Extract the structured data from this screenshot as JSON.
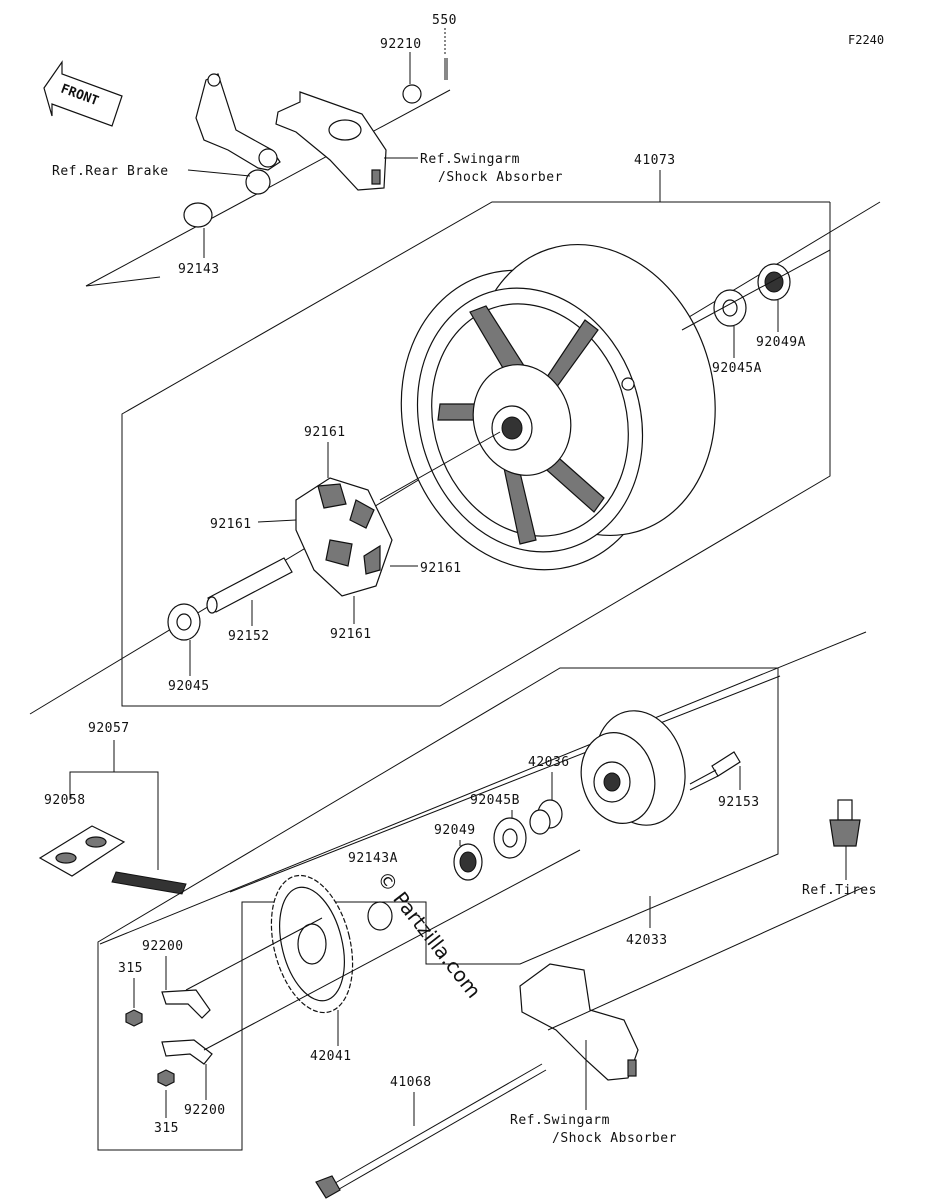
{
  "figure_code": "F2240",
  "front_label": "FRONT",
  "watermark": "© Partzilla.com",
  "parts": {
    "p550": "550",
    "p92210": "92210",
    "ref_rear_brake": "Ref.Rear Brake",
    "ref_swingarm_top_1": "Ref.Swingarm",
    "ref_swingarm_top_2": "/Shock Absorber",
    "p41073": "41073",
    "p92143": "92143",
    "p92049A": "92049A",
    "p92045A": "92045A",
    "p92161_a": "92161",
    "p92161_b": "92161",
    "p92161_c": "92161",
    "p92161_d": "92161",
    "p92152": "92152",
    "p92045": "92045",
    "p92057": "92057",
    "p92058": "92058",
    "p42036": "42036",
    "p92045B": "92045B",
    "p92049": "92049",
    "p92153": "92153",
    "p92143A": "92143A",
    "ref_tires": "Ref.Tires",
    "p42033": "42033",
    "p92200_a": "92200",
    "p315_a": "315",
    "p42041": "42041",
    "p315_b": "315",
    "p92200_b": "92200",
    "p41068": "41068",
    "ref_swingarm_bot_1": "Ref.Swingarm",
    "ref_swingarm_bot_2": "/Shock Absorber"
  }
}
